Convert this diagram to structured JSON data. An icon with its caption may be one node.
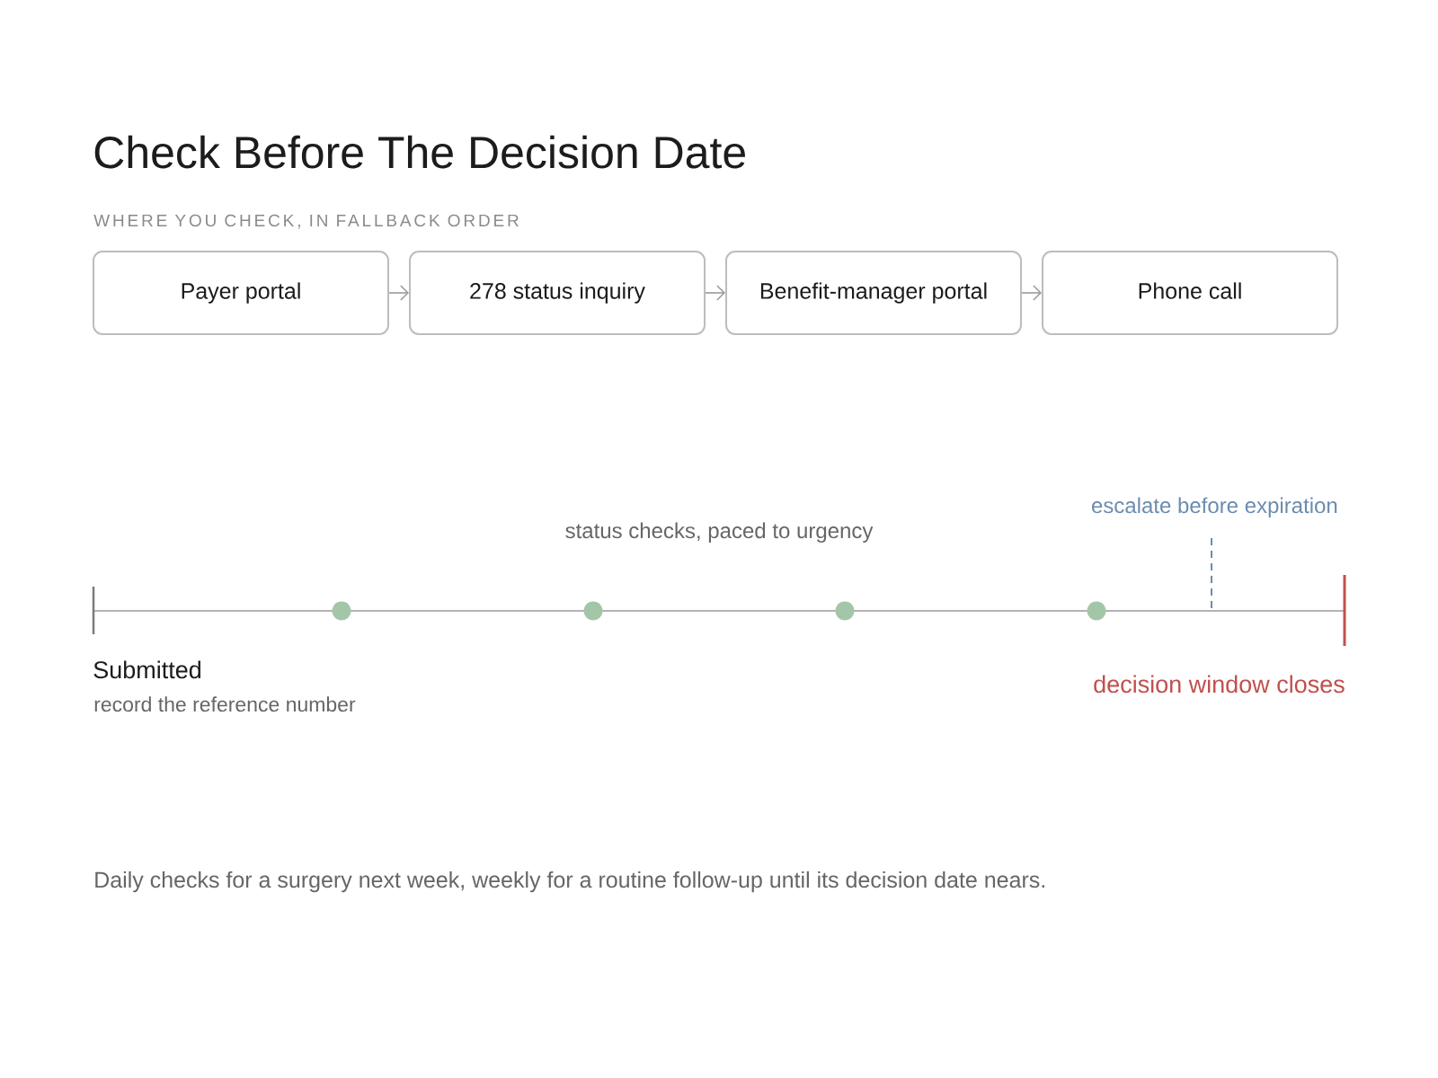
{
  "diagram": {
    "title": "Check Before The Decision Date",
    "nodes": [
      {
        "text": [
          "Payer portal"
        ]
      },
      {
        "text": [
          "278 status inquiry"
        ]
      },
      {
        "text": [
          "Benefit-manager portal"
        ]
      },
      {
        "text": [
          "Phone call"
        ]
      }
    ],
    "edges": [
      {
        "from": 0,
        "to": 1,
        "arrow": "to"
      },
      {
        "from": 1,
        "to": 2,
        "arrow": "to"
      },
      {
        "from": 2,
        "to": 3,
        "arrow": "to"
      }
    ],
    "labels": [
      "WHERE YOU CHECK, IN FALLBACK ORDER",
      "escalate before expiration",
      "status checks, paced to urgency",
      "Submitted",
      "record the reference number",
      "decision window closes"
    ],
    "caption": "Daily checks for a surgery next week, weekly for a routine follow-up until its decision date nears."
  }
}
